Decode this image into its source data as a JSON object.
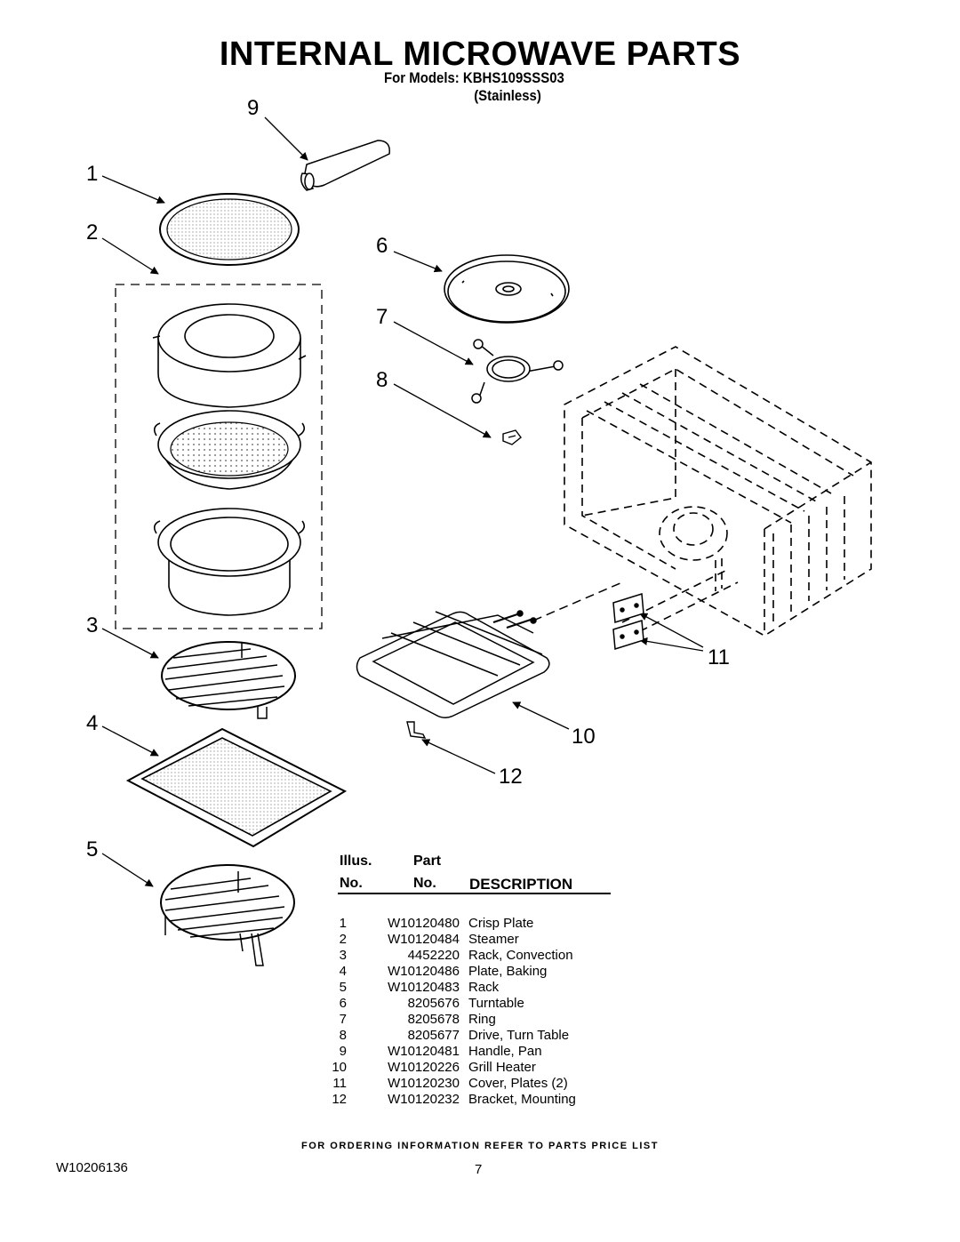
{
  "header": {
    "title": "INTERNAL MICROWAVE  PARTS",
    "models_line": "For Models: KBHS109SSS03",
    "variant": "(Stainless)"
  },
  "callouts": [
    "9",
    "1",
    "2",
    "6",
    "7",
    "8",
    "3",
    "11",
    "4",
    "10",
    "12",
    "5"
  ],
  "table": {
    "header_illus": "Illus.",
    "header_part": "Part",
    "header_no_1": "No.",
    "header_no_2": "No.",
    "header_description": "DESCRIPTION",
    "rows": [
      {
        "illus": "1",
        "part": "W10120480",
        "description": "Crisp Plate"
      },
      {
        "illus": "2",
        "part": "W10120484",
        "description": "Steamer"
      },
      {
        "illus": "3",
        "part": "4452220",
        "description": "Rack, Convection"
      },
      {
        "illus": "4",
        "part": "W10120486",
        "description": "Plate, Baking"
      },
      {
        "illus": "5",
        "part": "W10120483",
        "description": "Rack"
      },
      {
        "illus": "6",
        "part": "8205676",
        "description": "Turntable"
      },
      {
        "illus": "7",
        "part": "8205678",
        "description": "Ring"
      },
      {
        "illus": "8",
        "part": "8205677",
        "description": "Drive, Turn Table"
      },
      {
        "illus": "9",
        "part": "W10120481",
        "description": "Handle, Pan"
      },
      {
        "illus": "10",
        "part": "W10120226",
        "description": "Grill Heater"
      },
      {
        "illus": "11",
        "part": "W10120230",
        "description": "Cover, Plates (2)"
      },
      {
        "illus": "12",
        "part": "W10120232",
        "description": "Bracket, Mounting"
      }
    ]
  },
  "footer": {
    "ordering_note": "FOR ORDERING INFORMATION REFER TO PARTS PRICE LIST",
    "document_number": "W10206136",
    "page_number": "7"
  }
}
